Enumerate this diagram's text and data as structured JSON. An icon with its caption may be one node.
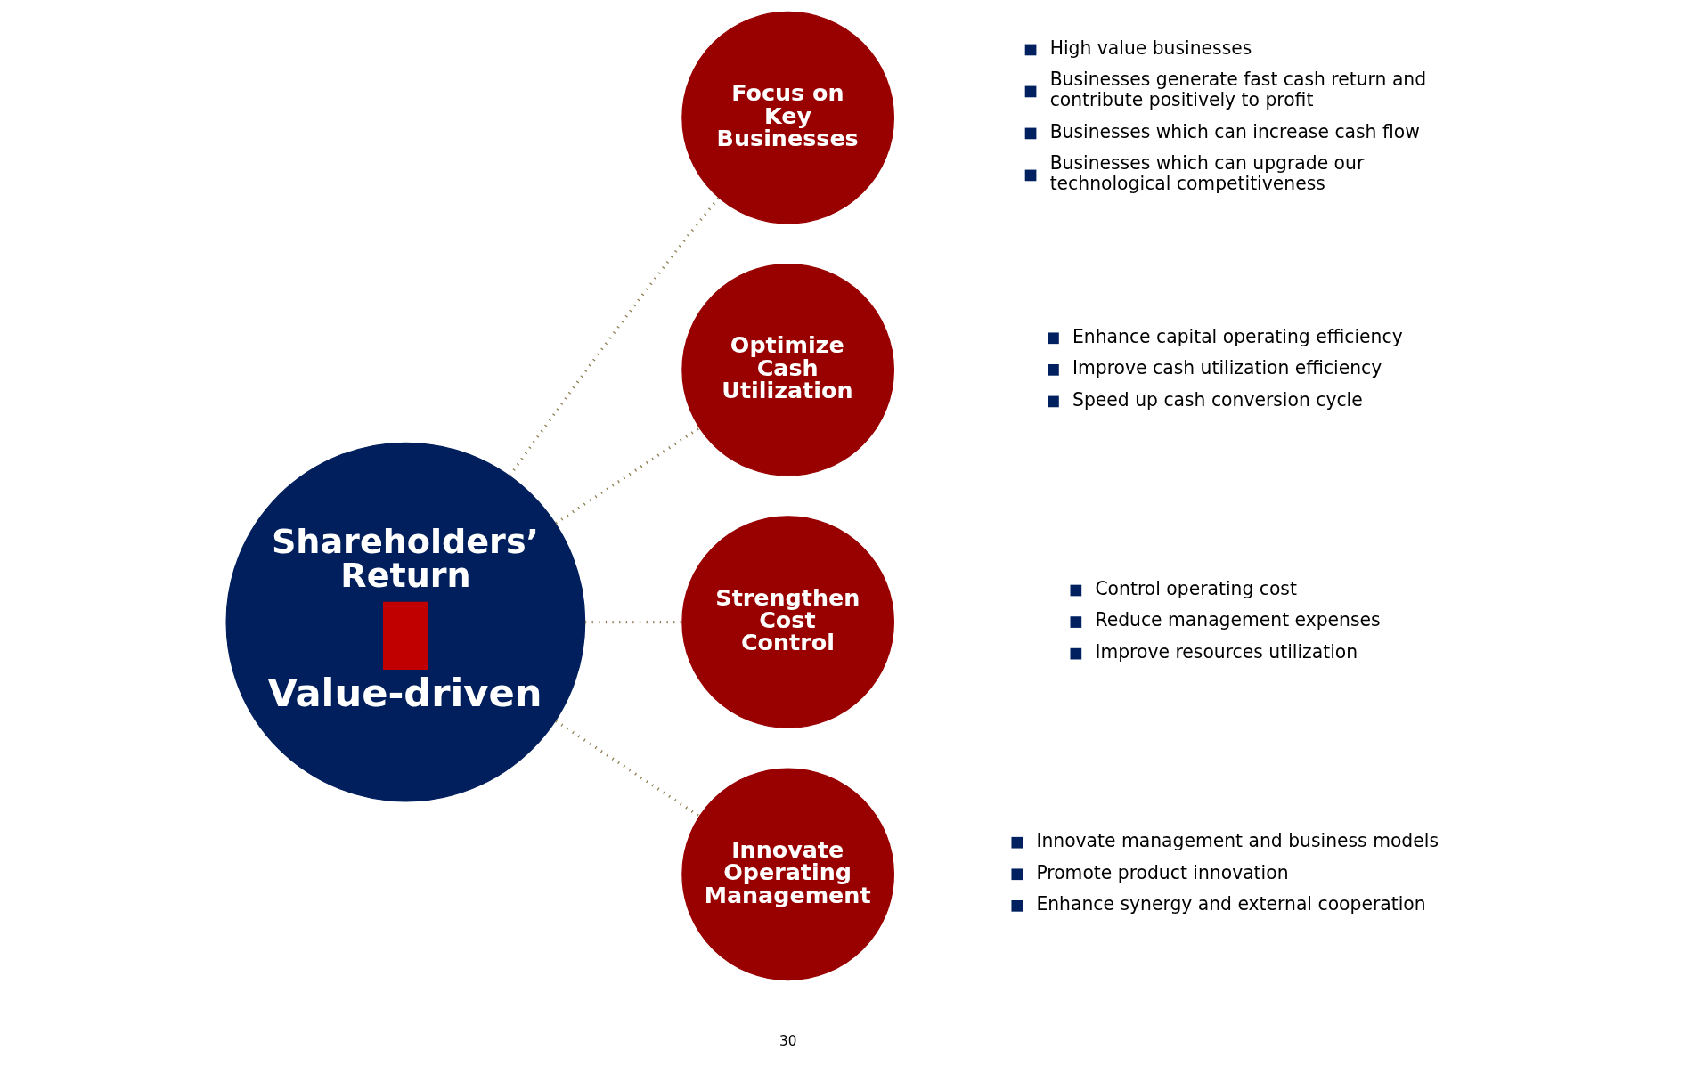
{
  "diagram": {
    "nodes": [
      {
        "text": [
          "Shareholders’ Return",
          "Value-driven"
        ]
      },
      {
        "text": [
          "Focus on Key Businesses"
        ],
        "beside": [
          "High value businesses",
          "Businesses generate fast cash return and contribute positively to profit",
          "Businesses which can increase cash flow",
          "Businesses which can upgrade our technological competitiveness"
        ]
      },
      {
        "text": [
          "Optimize Cash Utilization"
        ],
        "beside": [
          "Enhance capital operating efficiency",
          "Improve cash utilization efficiency",
          "Speed up cash conversion cycle"
        ]
      },
      {
        "text": [
          "Strengthen Cost Control"
        ],
        "beside": [
          "Control operating cost",
          "Reduce management expenses",
          "Improve resources utilization"
        ]
      },
      {
        "text": [
          "Innovate Operating Management"
        ],
        "beside": [
          "Innovate management and business models",
          "Promote product innovation",
          "Enhance synergy and external cooperation"
        ]
      }
    ],
    "edges": [
      {
        "from": 0,
        "to": 1,
        "arrow": "none"
      },
      {
        "from": 0,
        "to": 2,
        "arrow": "none"
      },
      {
        "from": 0,
        "to": 3,
        "arrow": "none"
      },
      {
        "from": 0,
        "to": 4,
        "arrow": "none"
      }
    ],
    "labels": [
      "30"
    ]
  }
}
